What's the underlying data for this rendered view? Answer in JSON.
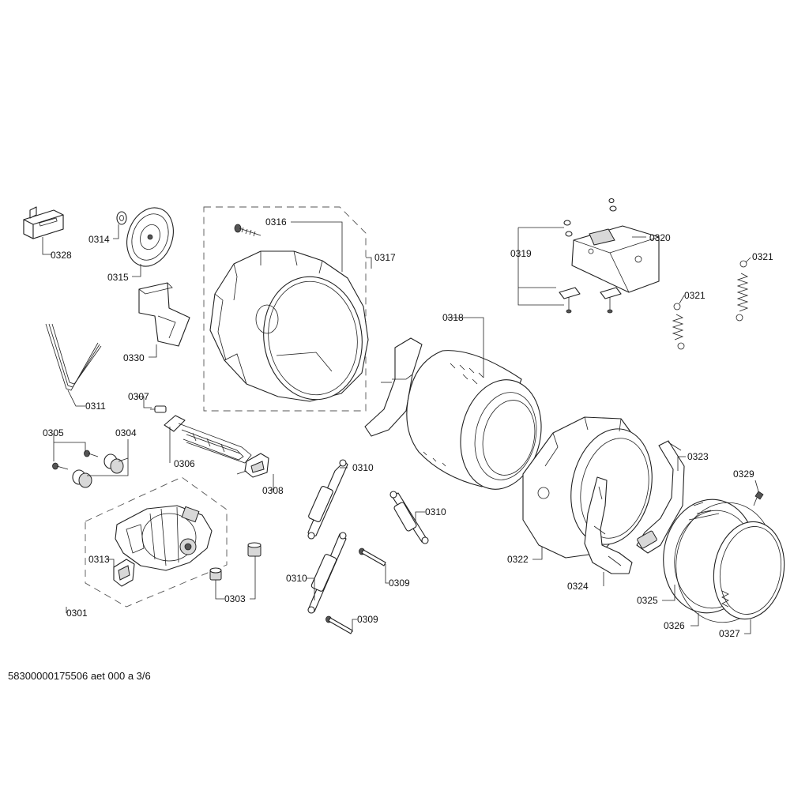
{
  "diagram": {
    "footer": "58300000175506 aet 000 a 3/6",
    "labels": {
      "p0301": "0301",
      "p0303": "0303",
      "p0304": "0304",
      "p0305": "0305",
      "p0306": "0306",
      "p0307": "0307",
      "p0308": "0308",
      "p0309a": "0309",
      "p0309b": "0309",
      "p0310a": "0310",
      "p0310b": "0310",
      "p0310c": "0310",
      "p0311": "0311",
      "p0313": "0313",
      "p0314": "0314",
      "p0315": "0315",
      "p0316": "0316",
      "p0317": "0317",
      "p0318": "0318",
      "p0319": "0319",
      "p0320": "0320",
      "p0321a": "0321",
      "p0321b": "0321",
      "p0322": "0322",
      "p0323": "0323",
      "p0324": "0324",
      "p0325": "0325",
      "p0326": "0326",
      "p0327": "0327",
      "p0328": "0328",
      "p0329": "0329",
      "p0330": "0330"
    }
  }
}
